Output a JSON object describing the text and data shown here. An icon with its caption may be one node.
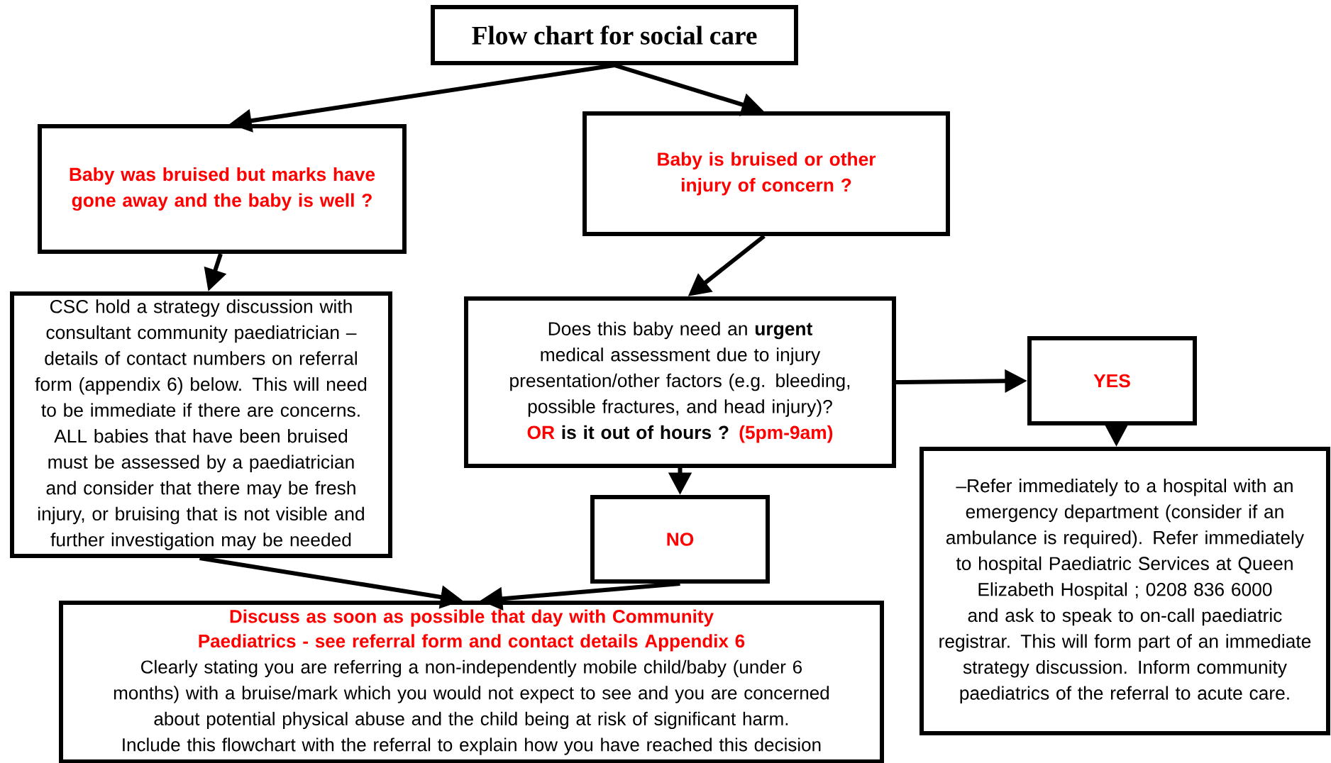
{
  "diagram": {
    "nodes": [
      {
        "text": [
          "Flow chart for social care"
        ]
      },
      {
        "text": [
          "Baby was bruised but marks have gone away and the baby is well ?"
        ]
      },
      {
        "text": [
          "Baby is bruised or other injury of concern ?"
        ]
      },
      {
        "text": [
          "CSC hold a strategy discussion with consultant community paediatrician – details of contact numbers on referral form (appendix 6) below.  This will need to be immediate if there are concerns. ALL babies that have been bruised must be assessed by a paediatrician and consider that there may be fresh injury, or  bruising that is not visible and further investigation may be needed"
        ]
      },
      {
        "text": [
          "Does this baby need an **urgent** medical assessment due to injury presentation/other factors (e.g. bleeding, possible fractures, and head injury)?",
          "OR",
          "is it out of hours ?",
          "(5pm-9am)"
        ]
      },
      {
        "text": [
          "YES"
        ]
      },
      {
        "text": [
          "NO"
        ]
      },
      {
        "text": [
          "–Refer immediately to a hospital with an emergency department (consider if an ambulance is required). Refer immediately to hospital Paediatric Services at Queen Elizabeth Hospital ; 0208 836 6000 and ask to speak to on-call paediatric registrar. This will form part of an immediate strategy discussion.  Inform community paediatrics of the referral to acute care."
        ]
      },
      {
        "text": [
          "Discuss as soon as possible that day with Community Paediatrics - see referral form and contact details  Appendix 6",
          "Clearly stating you are referring a non-independently mobile child/baby (under 6 months) with a bruise/mark which you would not expect to see and you are concerned about potential physical abuse and the child being at risk of significant harm. Include this flowchart with the referral to explain how you have reached this decision"
        ]
      }
    ],
    "edges": [
      {
        "from": 0,
        "to": 1,
        "arrow": "to"
      },
      {
        "from": 0,
        "to": 2,
        "arrow": "to"
      },
      {
        "from": 1,
        "to": 3,
        "arrow": "to"
      },
      {
        "from": 2,
        "to": 4,
        "arrow": "to"
      },
      {
        "from": 4,
        "to": 5,
        "arrow": "to"
      },
      {
        "from": 4,
        "to": 6,
        "arrow": "to"
      },
      {
        "from": 5,
        "to": 7,
        "arrow": "to"
      },
      {
        "from": 3,
        "to": 8,
        "arrow": "to"
      },
      {
        "from": 6,
        "to": 8,
        "arrow": "to"
      }
    ]
  }
}
